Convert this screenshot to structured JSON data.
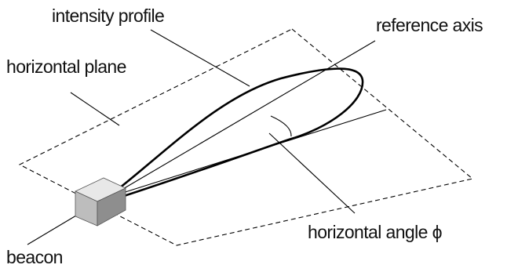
{
  "labels": {
    "intensity_profile": "intensity profile",
    "reference_axis": "reference axis",
    "horizontal_plane": "horizontal plane",
    "horizontal_angle": "horizontal angle ϕ",
    "beacon": "beacon"
  },
  "colors": {
    "stroke": "#000000",
    "cube_top": "#e8e8e8",
    "cube_front": "#bdbdbd",
    "cube_side": "#8e8e8e"
  }
}
